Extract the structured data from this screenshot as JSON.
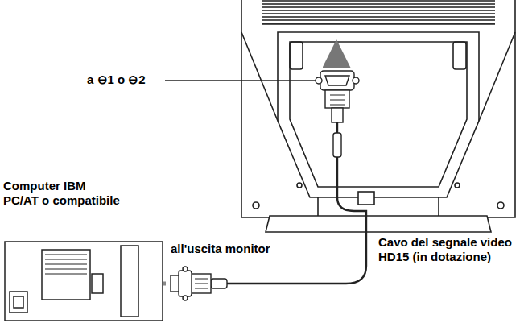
{
  "diagram": {
    "labels": [
      "a ⊖1 o ⊖2",
      "Computer IBM PC/AT o compatibile",
      "all'uscita monitor",
      "Cavo del segnale video HD15 (in dotazione)"
    ]
  }
}
